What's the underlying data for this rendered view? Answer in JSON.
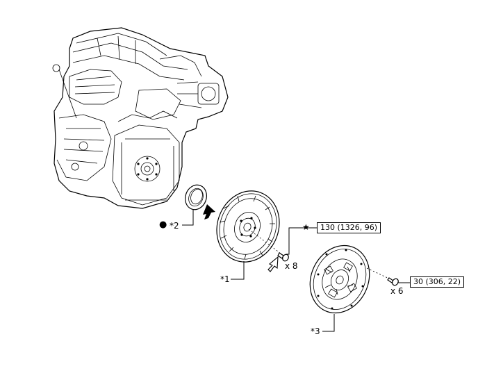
{
  "parts": {
    "flywheel_label": "*1",
    "seal_label": "*2",
    "disc_label": "*3"
  },
  "bolts": {
    "flywheel_qty": "x 8",
    "disc_qty": "x 6"
  },
  "torque": {
    "flywheel_spec": "130 (1326, 96)",
    "disc_spec": "30 (306, 22)"
  },
  "symbols": {
    "new_part": "●",
    "star": "★"
  },
  "icons": [
    "engine-block-drawing",
    "oil-seal-drawing",
    "flywheel-drawing",
    "clutch-disc-drawing",
    "bolt-drawing",
    "install-arrow-icon"
  ]
}
